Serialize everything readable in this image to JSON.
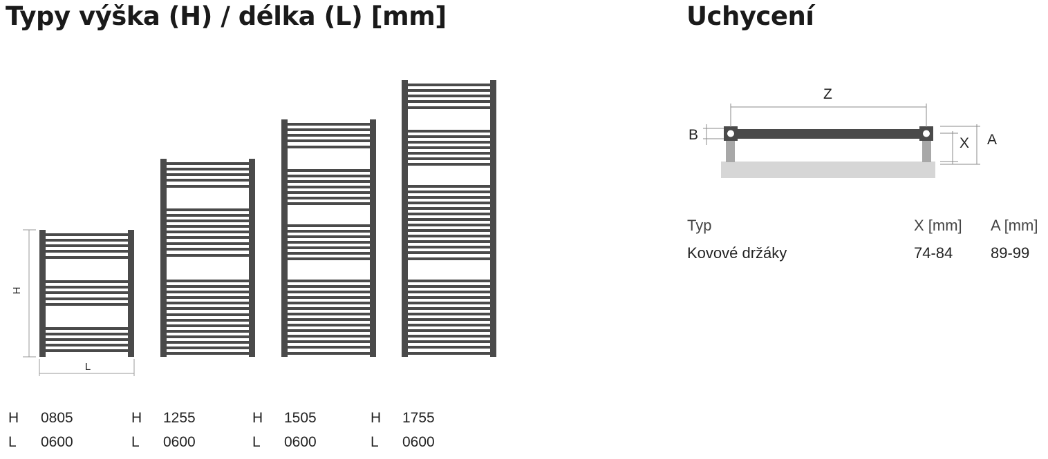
{
  "titles": {
    "types": "Typy výška (H) / délka (L) [mm]",
    "mounting": "Uchycení"
  },
  "dimension_labels": {
    "h": "H",
    "l": "L",
    "z": "Z",
    "b": "B",
    "x": "X",
    "a": "A"
  },
  "types": [
    {
      "h_label": "H",
      "h": "0805",
      "l_label": "L",
      "l": "0600"
    },
    {
      "h_label": "H",
      "h": "1255",
      "l_label": "L",
      "l": "0600"
    },
    {
      "h_label": "H",
      "h": "1505",
      "l_label": "L",
      "l": "0600"
    },
    {
      "h_label": "H",
      "h": "1755",
      "l_label": "L",
      "l": "0600"
    }
  ],
  "mounting_table": {
    "headers": [
      "Typ",
      "X [mm]",
      "A [mm]"
    ],
    "rows": [
      [
        "Kovové držáky",
        "74-84",
        "89-99"
      ]
    ]
  },
  "colors": {
    "radiator": "#4a4a4a",
    "dimension_line": "#9a9a9a",
    "wall": "#d6d6d6",
    "bracket": "#a8a8a8"
  }
}
